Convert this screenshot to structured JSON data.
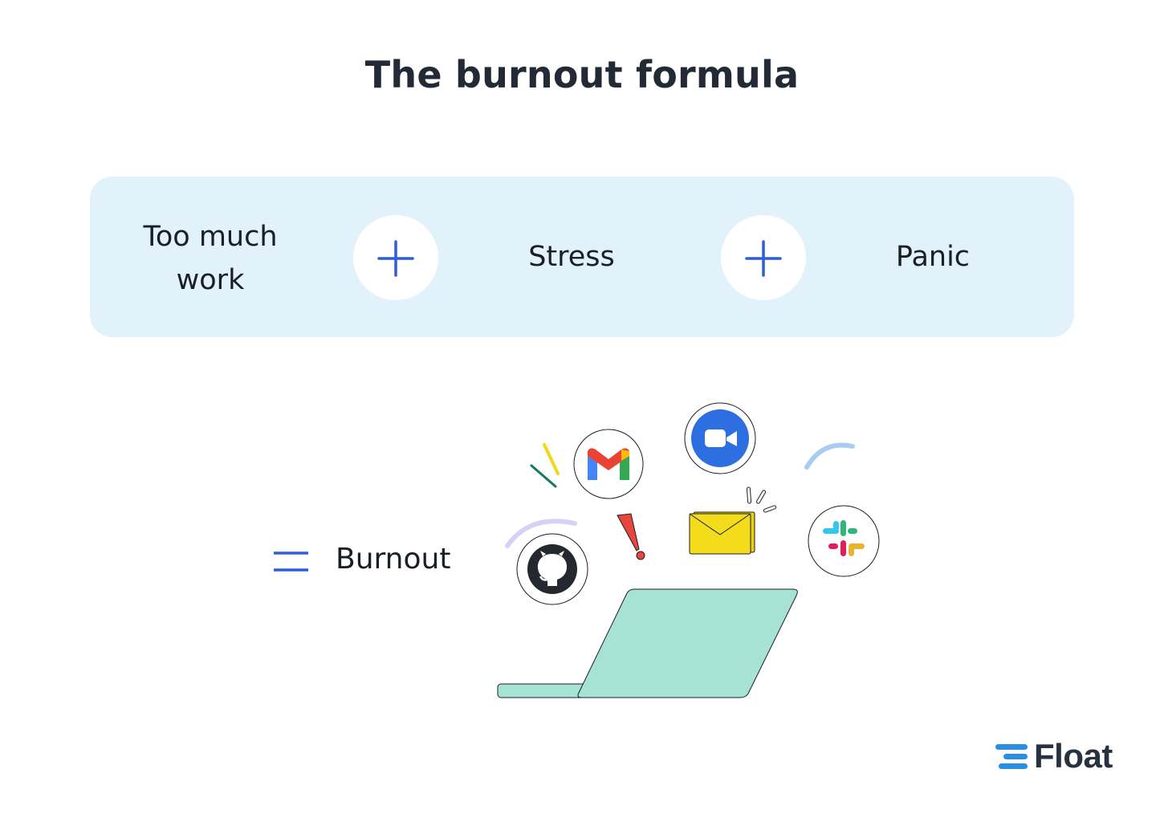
{
  "title": "The burnout formula",
  "formula": {
    "terms": [
      "Too much work",
      "Stress",
      "Panic"
    ],
    "operator": "+",
    "result": "Burnout",
    "result_operator": "="
  },
  "illustration": {
    "icons": [
      "gmail-icon",
      "zoom-icon",
      "github-icon",
      "slack-icon",
      "envelope-icon",
      "exclamation-icon",
      "laptop-icon"
    ]
  },
  "brand": {
    "name": "Float"
  },
  "colors": {
    "box_background": "#e2f2fb",
    "accent_blue": "#2f5fd6",
    "laptop": "#a6e3d4",
    "envelope": "#f2dc1b",
    "logo_blue": "#2a8fe0"
  }
}
